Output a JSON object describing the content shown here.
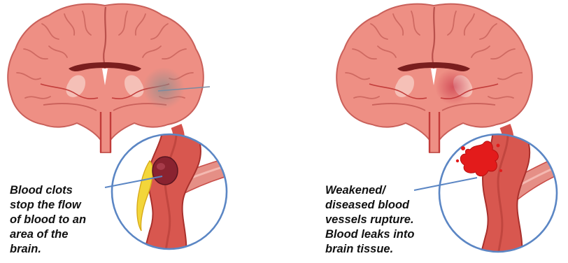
{
  "panels": [
    {
      "id": "ischemic",
      "caption_lines": [
        "Blood clots",
        "stop the flow",
        "of blood to an",
        "area of the",
        "brain."
      ]
    },
    {
      "id": "hemorrhagic",
      "caption_lines": [
        "Weakened/",
        "diseased blood",
        "vessels rupture.",
        "Blood leaks into",
        "brain tissue."
      ]
    }
  ],
  "colors": {
    "brain": "#ee8f84",
    "brain_outline": "#c9605a",
    "vessel": "#d4524c",
    "vessel_dark": "#a8302c",
    "clot": "#8a2330",
    "plaque": "#f3d63a",
    "blood": "#e31b1b",
    "magnifier_ring": "#5b86c4",
    "pointer_line": "#5b86c4"
  }
}
